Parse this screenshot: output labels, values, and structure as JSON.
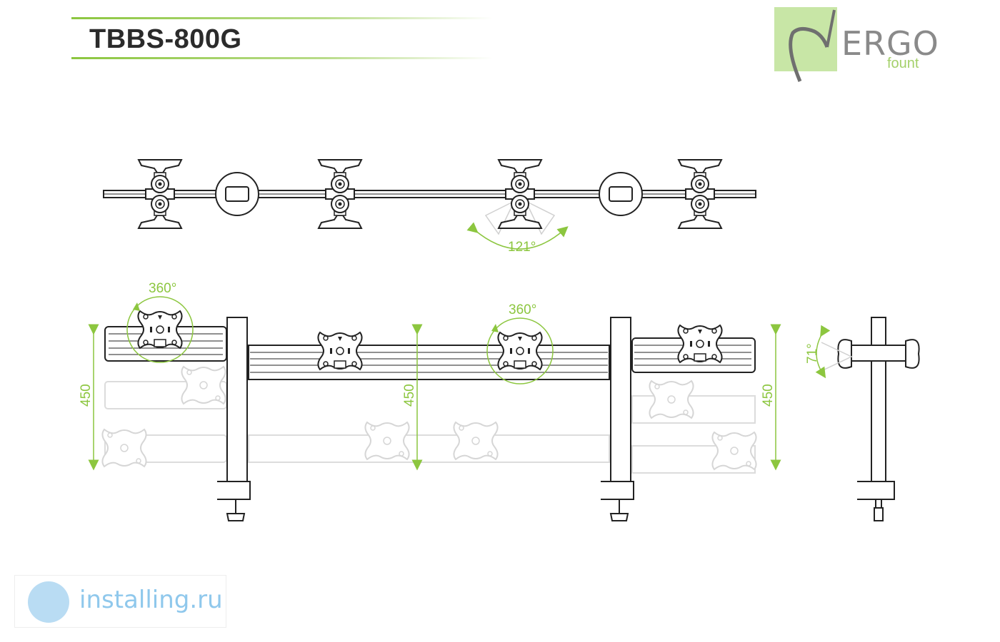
{
  "header": {
    "model": "TBBS-800G"
  },
  "logo": {
    "brand": "ERGO",
    "sub": "fount"
  },
  "dimensions": {
    "top_view_angle": "121°",
    "rotation_left": "360°",
    "rotation_center": "360°",
    "tilt_angle": "71°",
    "height_left": "450",
    "height_center": "450",
    "height_right": "450"
  },
  "watermark": {
    "text": "installing.ru"
  },
  "colors": {
    "accent": "#8cc63f",
    "line": "#222222",
    "ghost": "#d9d9d9",
    "watermark": "#8fc8ec"
  }
}
